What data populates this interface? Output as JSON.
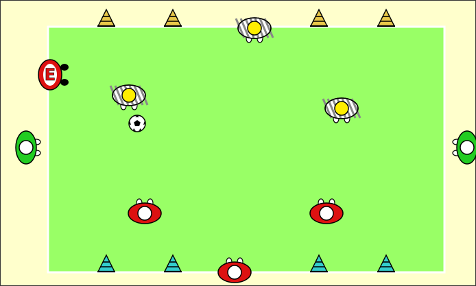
{
  "colors": {
    "background": "#ffffcc",
    "border": "#333333",
    "pitch": "#99ff66",
    "pitch_line": "#ffffff",
    "cone_yellow": "#e8c84a",
    "cone_cyan": "#33cccc",
    "team_red": "#dd1111",
    "team_green": "#22cc22",
    "team_yellow": "#ffee00",
    "bib_stripe": "#888888",
    "head": "#ffffff",
    "outline": "#000000"
  },
  "icons": {
    "cone": "training-cone-icon",
    "player": "player-topdown-icon",
    "goalkeeper": "goalkeeper-topdown-icon",
    "ball": "soccer-ball-icon"
  },
  "elements": {
    "cones_top": [
      {
        "name": "cone-top-1",
        "color": "yellow"
      },
      {
        "name": "cone-top-2",
        "color": "yellow"
      },
      {
        "name": "cone-top-3",
        "color": "yellow"
      },
      {
        "name": "cone-top-4",
        "color": "yellow"
      }
    ],
    "cones_bottom": [
      {
        "name": "cone-bottom-1",
        "color": "cyan"
      },
      {
        "name": "cone-bottom-2",
        "color": "cyan"
      },
      {
        "name": "cone-bottom-3",
        "color": "cyan"
      },
      {
        "name": "cone-bottom-4",
        "color": "cyan"
      }
    ],
    "players": [
      {
        "name": "yellow-player-top-center",
        "team": "yellow",
        "facing": "down"
      },
      {
        "name": "yellow-player-left",
        "team": "yellow",
        "facing": "down"
      },
      {
        "name": "yellow-player-right",
        "team": "yellow",
        "facing": "down"
      },
      {
        "name": "red-player-left",
        "team": "red",
        "facing": "up"
      },
      {
        "name": "red-player-right",
        "team": "red",
        "facing": "up"
      },
      {
        "name": "red-player-bottom-center",
        "team": "red",
        "facing": "up"
      },
      {
        "name": "green-player-left",
        "team": "green",
        "facing": "right"
      },
      {
        "name": "green-player-right",
        "team": "green",
        "facing": "left"
      }
    ],
    "coach": {
      "name": "coach-marker",
      "letter": "E"
    },
    "ball": {
      "name": "soccer-ball"
    }
  }
}
